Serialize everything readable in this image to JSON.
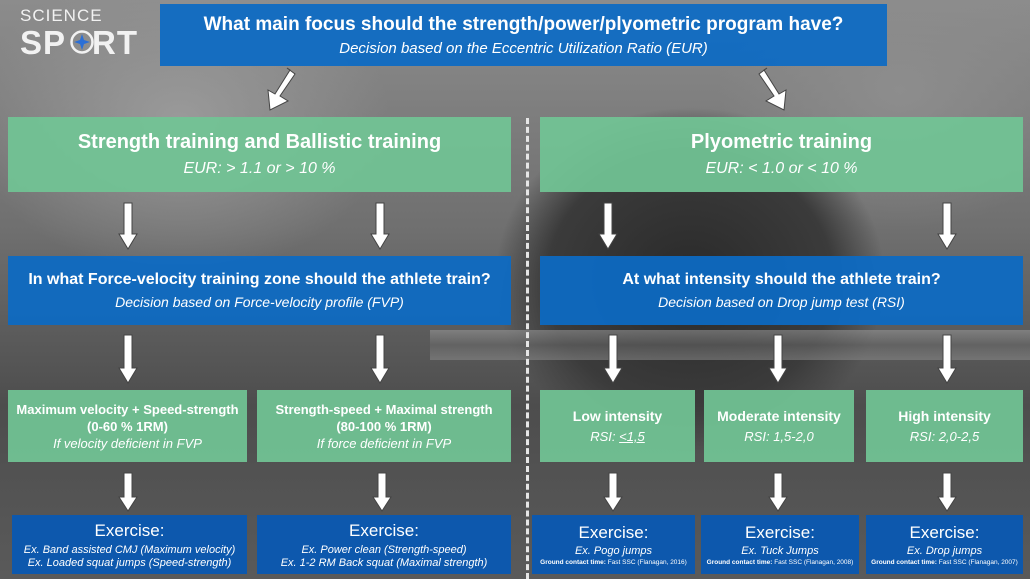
{
  "logo": {
    "line1": "SCIENCE",
    "line2_a": "SP",
    "line2_b": "RT"
  },
  "header": {
    "title": "What main focus should the strength/power/plyometric program have?",
    "subtitle": "Decision based on the Eccentric Utilization Ratio (EUR)"
  },
  "left": {
    "focus": {
      "title": "Strength training and Ballistic training",
      "eur": "EUR: > 1.1 or > 10 %"
    },
    "question": {
      "title": "In what Force-velocity training zone should the athlete train?",
      "subtitle": "Decision based on Force-velocity profile (FVP)"
    },
    "zones": [
      {
        "line1": "Maximum velocity + Speed-strength",
        "line2": "(0-60 % 1RM)",
        "line3": "If velocity deficient in FVP"
      },
      {
        "line1": "Strength-speed + Maximal strength",
        "line2": "(80-100 % 1RM)",
        "line3": "If force deficient in FVP"
      }
    ],
    "exercises": [
      {
        "title": "Exercise:",
        "line1": "Ex. Band assisted CMJ (Maximum velocity)",
        "line2": "Ex. Loaded squat jumps (Speed-strength)"
      },
      {
        "title": "Exercise:",
        "line1": "Ex. Power clean (Strength-speed)",
        "line2": "Ex. 1-2 RM Back squat (Maximal strength)"
      }
    ]
  },
  "right": {
    "focus": {
      "title": "Plyometric training",
      "eur": "EUR: < 1.0 or < 10 %"
    },
    "question": {
      "title": "At what intensity should the athlete train?",
      "subtitle": "Decision based on Drop jump test (RSI)"
    },
    "intensities": [
      {
        "title": "Low intensity",
        "rsi_prefix": "RSI: ",
        "rsi_value": "<1,5"
      },
      {
        "title": "Moderate intensity",
        "rsi_prefix": "RSI: ",
        "rsi_value": "1,5-2,0"
      },
      {
        "title": "High intensity",
        "rsi_prefix": "RSI: ",
        "rsi_value": "2,0-2,5"
      }
    ],
    "exercises": [
      {
        "title": "Exercise:",
        "line1": "Ex. Pogo jumps",
        "note_bold": "Ground contact time:",
        "note": " Fast SSC (Flanagan, 2016)"
      },
      {
        "title": "Exercise:",
        "line1": "Ex. Tuck Jumps",
        "note_bold": "Ground contact time:",
        "note": " Fast SSC (Flanagan, 2008)"
      },
      {
        "title": "Exercise:",
        "line1": "Ex. Drop jumps",
        "note_bold": "Ground contact time:",
        "note": " Fast SSC (Flanagan, 2007)"
      }
    ]
  },
  "colors": {
    "blue": "#0c6bc4",
    "green": "#71c494",
    "divider": "#e6e6e6"
  }
}
